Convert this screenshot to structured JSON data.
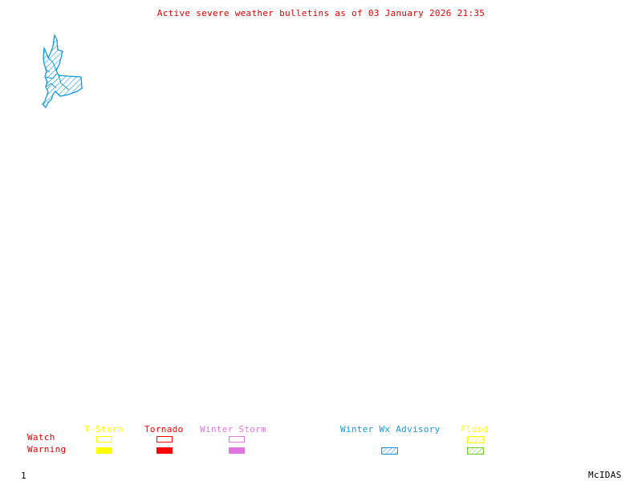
{
  "title": "Active severe weather bulletins as of 03 January 2026 21:35",
  "colors": {
    "title": "#e00000",
    "row_labels": "#e00000",
    "tstorm": "#ffff00",
    "tornado": "#ff0000",
    "winter_storm": "#dd77dd",
    "winter_advisory": "#1199dd",
    "flood_watch": "#ffff00",
    "flood_warning": "#77cc22",
    "footer": "#000000"
  },
  "legend": {
    "rows": {
      "watch": "Watch",
      "warning": "Warning"
    },
    "categories": [
      {
        "label": "T-Storm",
        "watch_style": "outline",
        "warning_style": "solid"
      },
      {
        "label": "Tornado",
        "watch_style": "outline",
        "warning_style": "solid"
      },
      {
        "label": "Winter Storm",
        "watch_style": "outline",
        "warning_style": "solid"
      },
      {
        "label": "Winter Wx Advisory",
        "watch_style": "none",
        "warning_style": "hatched"
      },
      {
        "label": "Flood",
        "watch_style": "hatched",
        "warning_style": "hatched"
      }
    ]
  },
  "map": {
    "active_regions": [
      {
        "type": "Winter Wx Advisory",
        "style": "hatched"
      }
    ]
  },
  "footer": {
    "frame_number": "1",
    "software": "McIDAS"
  }
}
